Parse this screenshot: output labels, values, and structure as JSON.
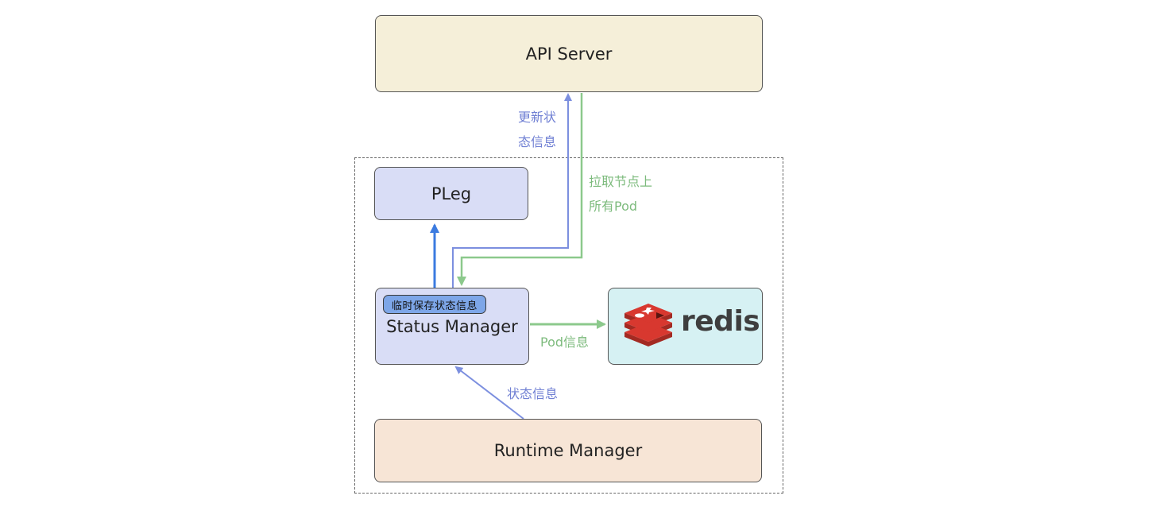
{
  "nodes": {
    "api_server": "API Server",
    "pleg": "PLeg",
    "status_manager": "Status Manager",
    "status_manager_badge": "临时保存状态信息",
    "runtime_manager": "Runtime Manager",
    "redis": "redis"
  },
  "edges": {
    "update_status": [
      "更新状",
      "态信息"
    ],
    "pull_pods": [
      "拉取节点上",
      "所有Pod"
    ],
    "pod_info": "Pod信息",
    "status_info": "状态信息"
  },
  "colors": {
    "blue_edge": "#7c8fdf",
    "green_edge": "#8cc98c",
    "pleg_edge": "#3b7be0",
    "redis_red": "#c4302b"
  }
}
